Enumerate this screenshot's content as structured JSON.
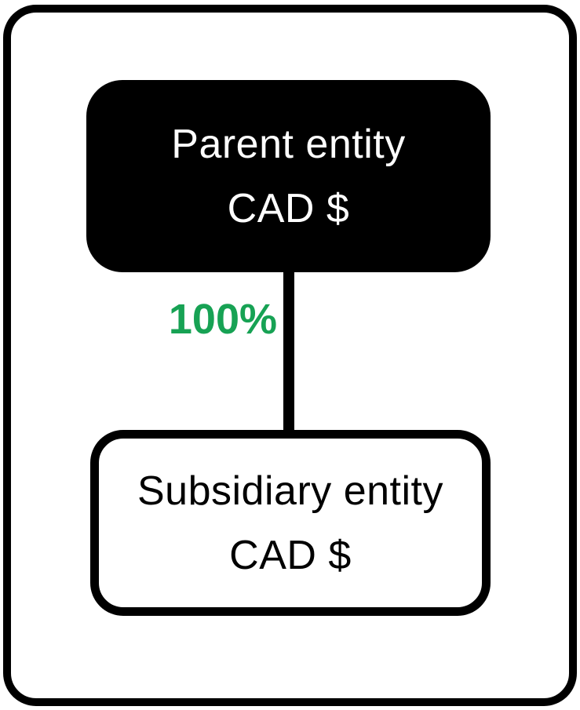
{
  "diagram": {
    "type": "org-structure",
    "parent": {
      "name": "Parent entity",
      "currency": "CAD $",
      "fill_color": "#000000",
      "text_color": "#ffffff"
    },
    "subsidiary": {
      "name": "Subsidiary entity",
      "currency": "CAD $",
      "fill_color": "#ffffff",
      "text_color": "#000000"
    },
    "ownership": {
      "label": "100%",
      "label_color": "#17a254"
    },
    "outline_color": "#000000"
  }
}
